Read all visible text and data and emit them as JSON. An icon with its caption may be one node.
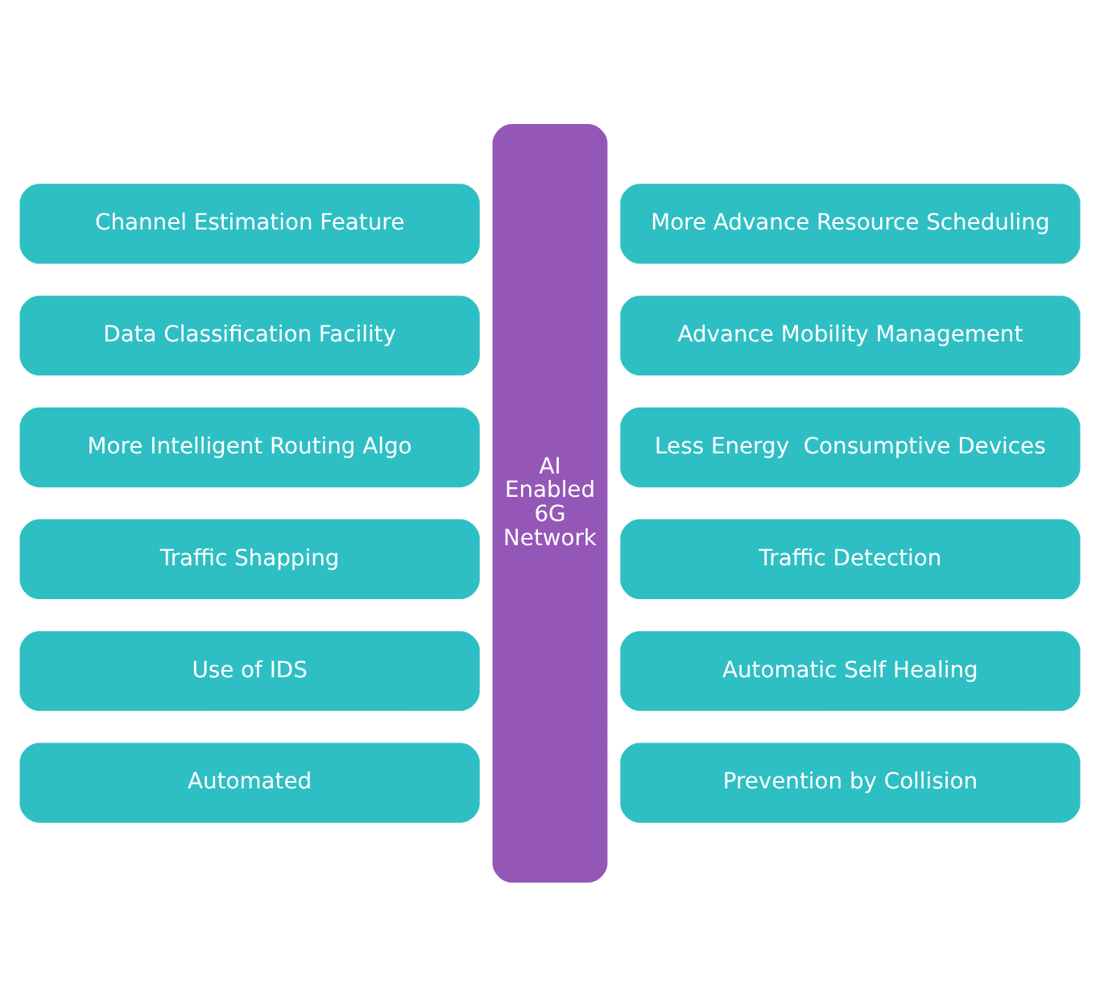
{
  "diagram": {
    "nodes": [
      {
        "text": [
          "Channel Estimation Feature"
        ]
      },
      {
        "text": [
          "Data Classification Facility"
        ]
      },
      {
        "text": [
          "More Intelligent Routing Algo"
        ]
      },
      {
        "text": [
          "Traffic Shapping"
        ]
      },
      {
        "text": [
          "Use of IDS"
        ]
      },
      {
        "text": [
          "Automated"
        ]
      },
      {
        "text": [
          "AI Enabled 6G Network"
        ]
      },
      {
        "text": [
          "More Advance Resource Scheduling"
        ]
      },
      {
        "text": [
          "Advance Mobility Management"
        ]
      },
      {
        "text": [
          "Less Energy  Consumptive Devices"
        ]
      },
      {
        "text": [
          "Traffic Detection"
        ]
      },
      {
        "text": [
          "Automatic Self Healing"
        ]
      },
      {
        "text": [
          "Prevention by Collision"
        ]
      }
    ]
  }
}
